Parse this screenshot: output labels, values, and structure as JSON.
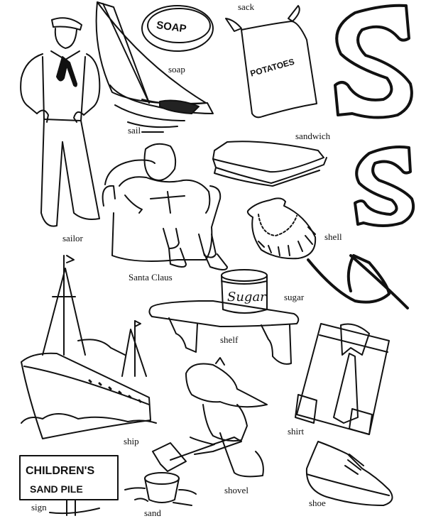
{
  "page": {
    "theme": "Letter S vocabulary coloring page",
    "letter_forms": [
      "S",
      "s",
      "cursive s"
    ],
    "ink_color": "#111111",
    "paper_color": "#ffffff"
  },
  "items": [
    {
      "id": "sailor",
      "label": "sailor"
    },
    {
      "id": "sail",
      "label": "sail"
    },
    {
      "id": "soap",
      "label": "soap",
      "object_text": "SOAP"
    },
    {
      "id": "sack",
      "label": "sack",
      "object_text": "POTATOES"
    },
    {
      "id": "sandwich",
      "label": "sandwich"
    },
    {
      "id": "santa",
      "label": "Santa Claus"
    },
    {
      "id": "shell",
      "label": "shell"
    },
    {
      "id": "sugar",
      "label": "sugar",
      "object_text": "Sugar"
    },
    {
      "id": "shelf",
      "label": "shelf"
    },
    {
      "id": "ship",
      "label": "ship"
    },
    {
      "id": "shirt",
      "label": "shirt"
    },
    {
      "id": "shovel",
      "label": "shovel"
    },
    {
      "id": "sign",
      "label": "sign",
      "object_text_line1": "CHILDREN'S",
      "object_text_line2": "SAND PILE"
    },
    {
      "id": "sand",
      "label": "sand"
    },
    {
      "id": "shoe",
      "label": "shoe"
    }
  ]
}
